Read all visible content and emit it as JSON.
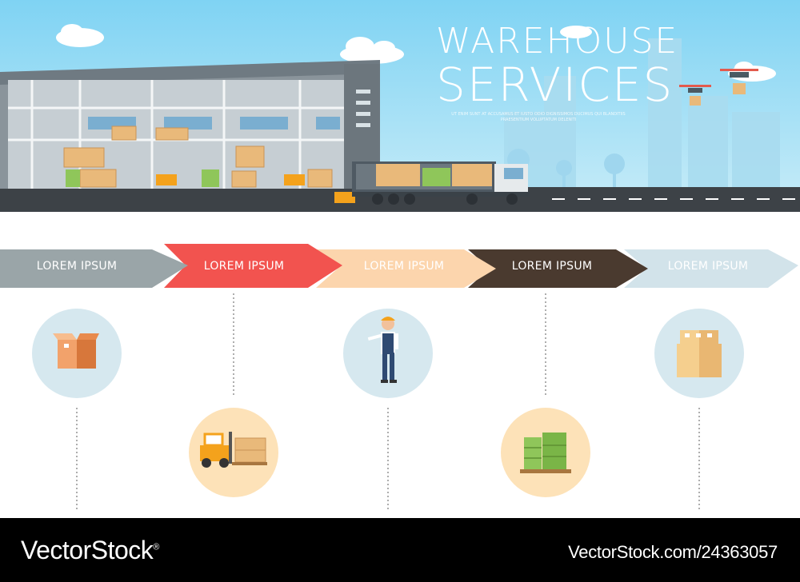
{
  "hero": {
    "title_line1": "WAREHOUSE",
    "title_line2": "SERVICES",
    "subtitle": "UT ENIM SUNT AT ACCUSAMUS ET IUSTO ODIO DIGNISSIMOS DUCIMUS QUI BLANDITIIS PRAESENTIUM VOLUPTATUM DELENITI"
  },
  "timeline": {
    "steps": [
      {
        "label": "LOREM IPSUM",
        "color": "#9aa5a8",
        "icon": "cardboard-box-icon",
        "circle_color": "#d6e8ef"
      },
      {
        "label": "LOREM IPSUM",
        "color": "#f2534f",
        "icon": "forklift-icon",
        "circle_color": "#fde2b8"
      },
      {
        "label": "LOREM IPSUM",
        "color": "#fcd5ad",
        "icon": "warehouse-worker-icon",
        "circle_color": "#d6e8ef"
      },
      {
        "label": "LOREM IPSUM",
        "color": "#4a3a2f",
        "icon": "barrels-icon",
        "circle_color": "#fde2b8"
      },
      {
        "label": "LOREM IPSUM",
        "color": "#d2e3ea",
        "icon": "stacked-boxes-icon",
        "circle_color": "#d6e8ef"
      }
    ]
  },
  "footer": {
    "brand": "VectorStock",
    "registered": "®",
    "stock_id": "VectorStock.com/24363057"
  }
}
